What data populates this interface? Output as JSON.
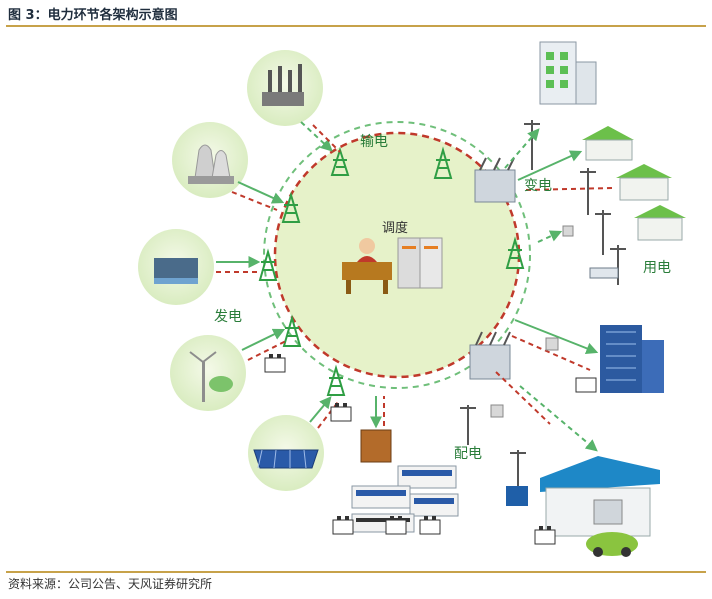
{
  "header": {
    "title": "图 3：电力环节各架构示意图"
  },
  "labels": {
    "transmission": "输电",
    "dispatch": "调度",
    "substation": "变电",
    "consumption": "用电",
    "generation": "发电",
    "distribution": "配电"
  },
  "footer": {
    "source": "资料来源：公司公告、天风证券研究所"
  },
  "colors": {
    "ring_fill": "#e6f2c9",
    "ring_dash": "#c0392b",
    "tower": "#2f9e44",
    "arrow_green": "#57b36a",
    "arrow_red": "#c0392b",
    "rule": "#c7a24a"
  }
}
